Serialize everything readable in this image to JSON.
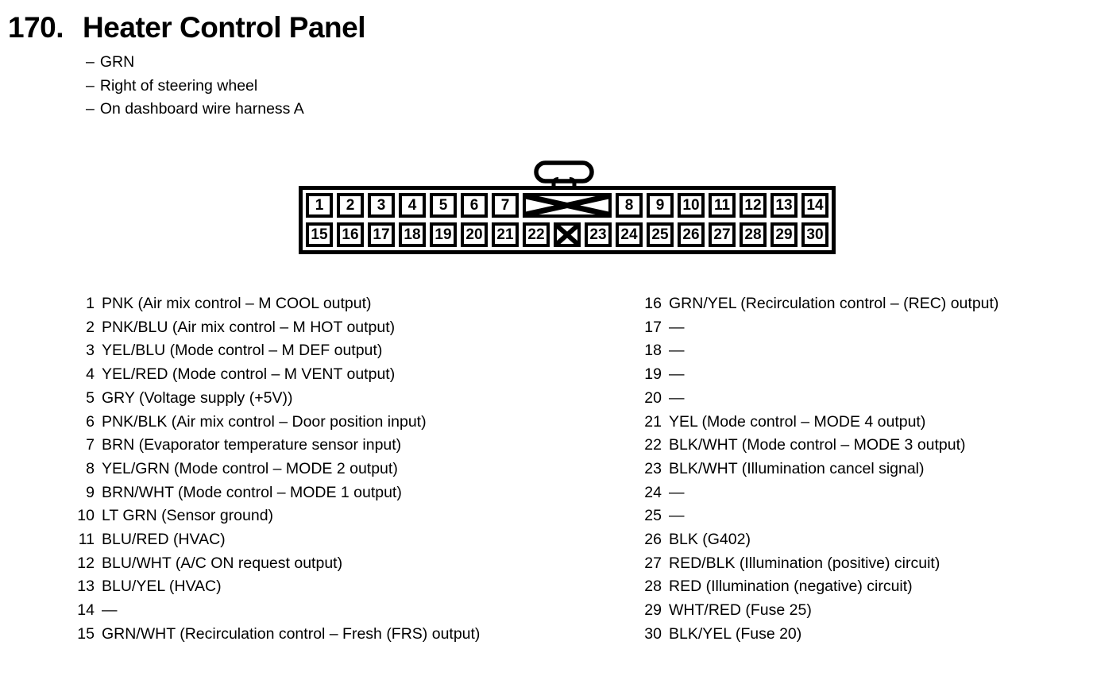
{
  "header": {
    "number": "170.",
    "title": "Heater Control Panel"
  },
  "notes": [
    {
      "prefix": "–",
      "text": "GRN"
    },
    {
      "prefix": "–",
      "text": "Right of steering wheel"
    },
    {
      "prefix": "–",
      "text": "On dashboard wire harness A"
    }
  ],
  "connector": {
    "top_left": [
      "1",
      "2",
      "3",
      "4",
      "5",
      "6",
      "7"
    ],
    "top_right": [
      "8",
      "9",
      "10",
      "11",
      "12",
      "13",
      "14"
    ],
    "bottom_left": [
      "15",
      "16",
      "17",
      "18",
      "19",
      "20",
      "21",
      "22"
    ],
    "bottom_right": [
      "23",
      "24",
      "25",
      "26",
      "27",
      "28",
      "29",
      "30"
    ]
  },
  "pins_left": [
    {
      "num": "1",
      "desc": "PNK (Air mix control – M COOL output)"
    },
    {
      "num": "2",
      "desc": "PNK/BLU (Air mix control – M HOT output)"
    },
    {
      "num": "3",
      "desc": "YEL/BLU (Mode control – M DEF output)"
    },
    {
      "num": "4",
      "desc": "YEL/RED (Mode control – M VENT output)"
    },
    {
      "num": "5",
      "desc": "GRY (Voltage supply (+5V))"
    },
    {
      "num": "6",
      "desc": "PNK/BLK (Air mix control – Door position input)"
    },
    {
      "num": "7",
      "desc": "BRN (Evaporator temperature sensor input)"
    },
    {
      "num": "8",
      "desc": "YEL/GRN (Mode control – MODE 2 output)"
    },
    {
      "num": "9",
      "desc": "BRN/WHT (Mode control – MODE 1 output)"
    },
    {
      "num": "10",
      "desc": "LT GRN (Sensor ground)"
    },
    {
      "num": "11",
      "desc": "BLU/RED (HVAC)"
    },
    {
      "num": "12",
      "desc": "BLU/WHT (A/C ON request output)"
    },
    {
      "num": "13",
      "desc": "BLU/YEL (HVAC)"
    },
    {
      "num": "14",
      "desc": "—"
    },
    {
      "num": "15",
      "desc": "GRN/WHT (Recirculation control – Fresh (FRS) output)"
    }
  ],
  "pins_right": [
    {
      "num": "16",
      "desc": "GRN/YEL (Recirculation control – (REC) output)"
    },
    {
      "num": "17",
      "desc": "—"
    },
    {
      "num": "18",
      "desc": "—"
    },
    {
      "num": "19",
      "desc": "—"
    },
    {
      "num": "20",
      "desc": "—"
    },
    {
      "num": "21",
      "desc": "YEL (Mode control – MODE 4 output)"
    },
    {
      "num": "22",
      "desc": "BLK/WHT (Mode control – MODE 3 output)"
    },
    {
      "num": "23",
      "desc": "BLK/WHT (Illumination cancel signal)"
    },
    {
      "num": "24",
      "desc": "—"
    },
    {
      "num": "25",
      "desc": "—"
    },
    {
      "num": "26",
      "desc": "BLK (G402)"
    },
    {
      "num": "27",
      "desc": "RED/BLK (Illumination (positive) circuit)"
    },
    {
      "num": "28",
      "desc": "RED (Illumination (negative) circuit)"
    },
    {
      "num": "29",
      "desc": "WHT/RED (Fuse 25)"
    },
    {
      "num": "30",
      "desc": "BLK/YEL (Fuse 20)"
    }
  ],
  "colors": {
    "ink": "#000000",
    "paper": "#ffffff"
  }
}
